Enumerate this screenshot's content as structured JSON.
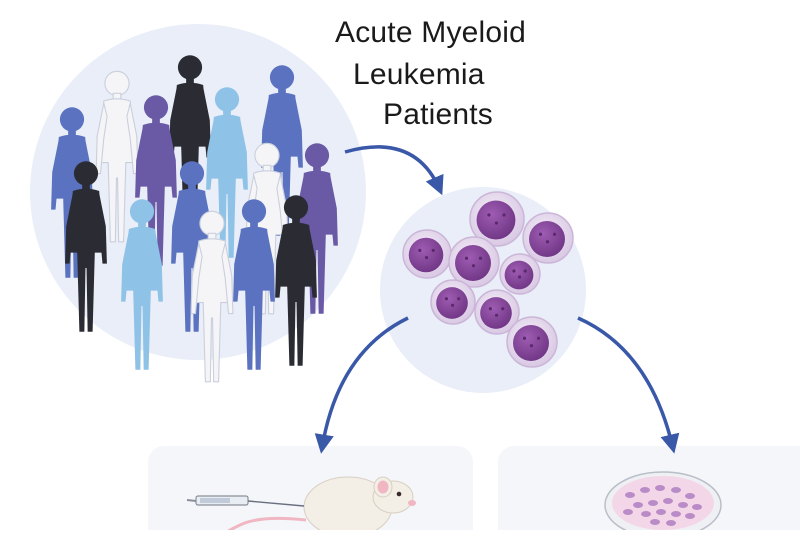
{
  "title": {
    "line1": "Acute Myeloid",
    "line2": "Leukemia",
    "line3": "Patients"
  },
  "icons": {
    "population": "patient-population-icon",
    "cells": "leukemia-cells-icon",
    "mouse": "mouse-xenograft-icon",
    "dish": "petri-dish-culture-icon",
    "syringe": "syringe-icon"
  },
  "colors": {
    "arrow": "#3a58a8",
    "circle_bg": "#e9eef8",
    "cell_nucleus": "#8a4a9c",
    "cell_membrane": "#e6dcef",
    "panel_bg": "#f4f6fa",
    "person_black": "#2b2b33",
    "person_blue": "#5a72c0",
    "person_purple": "#6a5aa6",
    "person_light": "#8ec2e6",
    "person_white": "#f5f5f7",
    "mouse_body": "#f3eee6",
    "mouse_pink": "#f0b7c2",
    "dish_medium": "#f3d7e8",
    "dish_dots": "#b98cc8"
  }
}
